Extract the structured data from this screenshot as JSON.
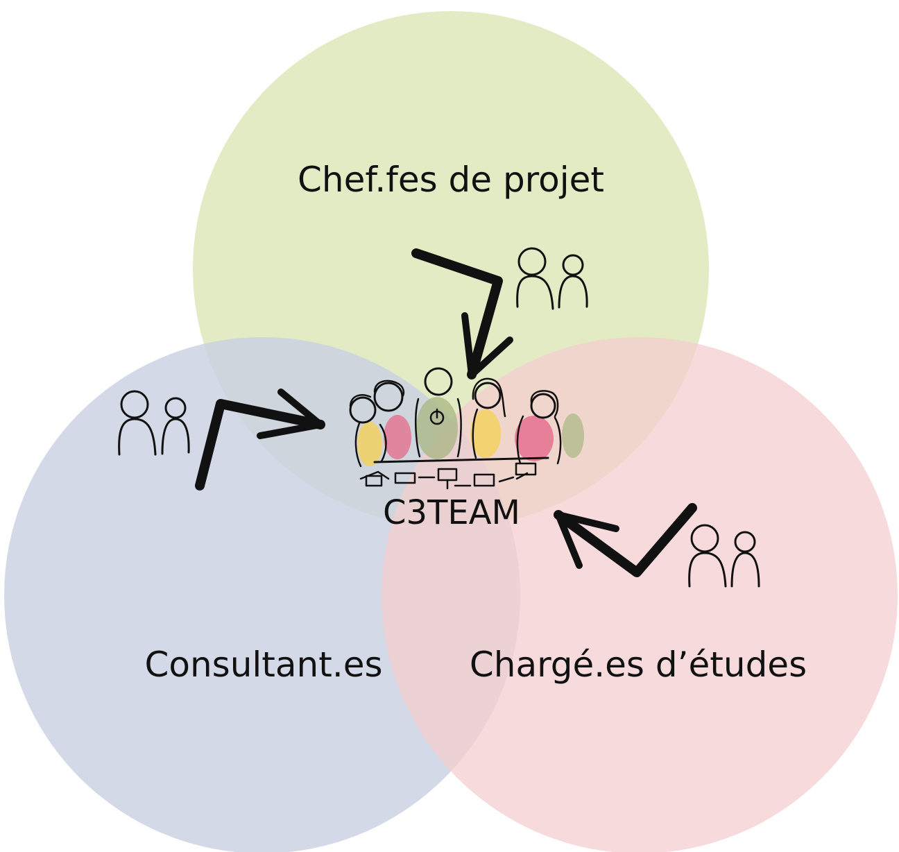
{
  "diagram": {
    "center_label": "C3TEAM",
    "circles": [
      {
        "label": "Chef.fes de projet",
        "color": "#dde8b9"
      },
      {
        "label": "Consultant.es",
        "color": "#c9cfe2"
      },
      {
        "label": "Chargé.es d’études",
        "color": "#f4cdcf"
      }
    ],
    "accent_colors": {
      "yellow": "#f2d160",
      "pink": "#e5708f",
      "green": "#a7b682"
    }
  }
}
